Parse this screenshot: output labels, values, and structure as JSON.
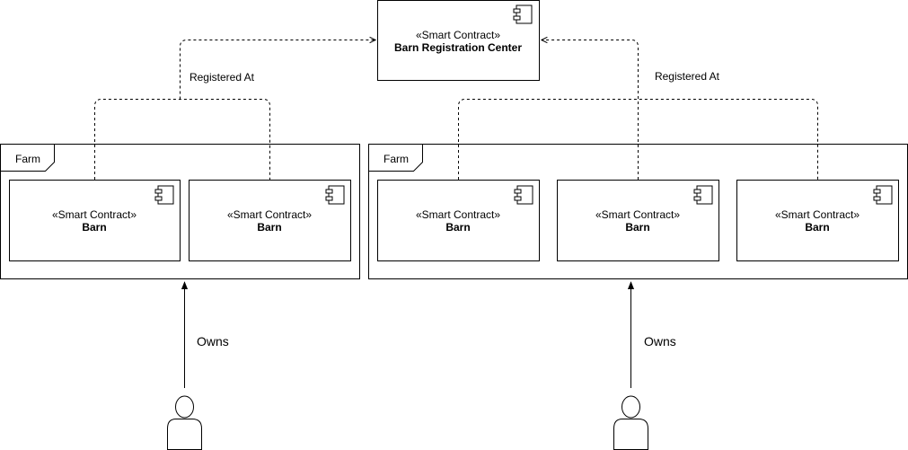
{
  "registration_center": {
    "stereotype": "«Smart Contract»",
    "name": "Barn Registration Center"
  },
  "farms": [
    {
      "label": "Farm",
      "barns": [
        {
          "stereotype": "«Smart Contract»",
          "name": "Barn"
        },
        {
          "stereotype": "«Smart Contract»",
          "name": "Barn"
        }
      ],
      "registered_label": "Registered At",
      "owner_label": "Owns"
    },
    {
      "label": "Farm",
      "barns": [
        {
          "stereotype": "«Smart Contract»",
          "name": "Barn"
        },
        {
          "stereotype": "«Smart Contract»",
          "name": "Barn"
        },
        {
          "stereotype": "«Smart Contract»",
          "name": "Barn"
        }
      ],
      "registered_label": "Registered At",
      "owner_label": "Owns"
    }
  ],
  "icons": {
    "component": "component-icon",
    "actor": "actor-icon"
  }
}
